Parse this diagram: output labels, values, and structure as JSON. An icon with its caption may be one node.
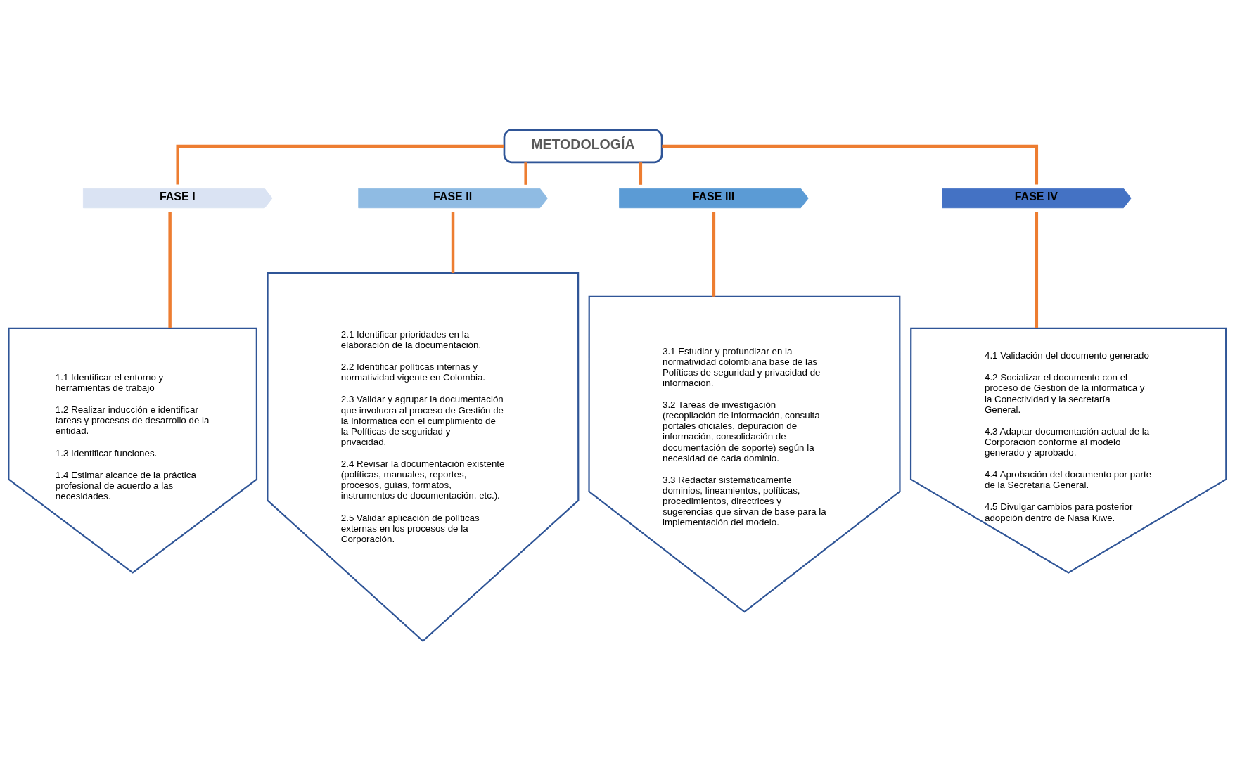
{
  "diagram": {
    "nodes": [
      {
        "text": [
          "METODOLOGÍA"
        ]
      },
      {
        "text": [
          "FASE I"
        ]
      },
      {
        "text": [
          "FASE II"
        ]
      },
      {
        "text": [
          "FASE III"
        ]
      },
      {
        "text": [
          "FASE IV"
        ]
      },
      {
        "text": [
          "1.1 Identificar el entorno y herramientas de trabajo",
          "1.2 Realizar inducción e identificar tareas y procesos de desarrollo de la entidad.",
          "1.3 Identificar funciones.",
          "1.4 Estimar alcance de la práctica profesional de acuerdo a las necesidades."
        ]
      },
      {
        "text": [
          "2.1 Identificar prioridades en la elaboración de la documentación.",
          "2.2 Identificar políticas internas y normatividad vigente en Colombia.",
          "2.3 Validar y agrupar la documentación que involucra al proceso de Gestión de la Informática con el cumplimiento de la Políticas de seguridad y privacidad.",
          "2.4 Revisar la documentación existente (políticas, manuales, reportes, procesos, guías, formatos, instrumentos de documentación, etc.).",
          "2.5 Validar aplicación de políticas externas en los procesos de la Corporación."
        ]
      },
      {
        "text": [
          "3.1 Estudiar y profundizar en la normatividad colombiana base de las Políticas de seguridad y privacidad de información.",
          "3.2 Tareas de investigación (recopilación de información, consulta portales oficiales, depuración de información, consolidación de documentación de soporte) según la necesidad de cada dominio.",
          "3.3 Redactar sistemáticamente dominios, lineamientos, políticas, procedimientos, directrices y sugerencias que sirvan de base para la implementación del modelo."
        ]
      },
      {
        "text": [
          "4.1 Validación del documento generado",
          "4.2 Socializar el documento con el proceso de Gestión de la informática y la Conectividad y la secretaría General.",
          "4.3 Adaptar documentación actual de la Corporación conforme al modelo generado y aprobado.",
          "4.4 Aprobación del documento por parte de la Secretaria General.",
          "4.5 Divulgar cambios para posterior adopción dentro de Nasa Kiwe."
        ]
      }
    ],
    "edges": [
      {
        "from": 0,
        "to": 1,
        "arrow": "none"
      },
      {
        "from": 0,
        "to": 2,
        "arrow": "none"
      },
      {
        "from": 0,
        "to": 3,
        "arrow": "none"
      },
      {
        "from": 0,
        "to": 4,
        "arrow": "none"
      },
      {
        "from": 1,
        "to": 5,
        "arrow": "none"
      },
      {
        "from": 2,
        "to": 6,
        "arrow": "none"
      },
      {
        "from": 3,
        "to": 7,
        "arrow": "none"
      },
      {
        "from": 4,
        "to": 8,
        "arrow": "none"
      }
    ]
  }
}
